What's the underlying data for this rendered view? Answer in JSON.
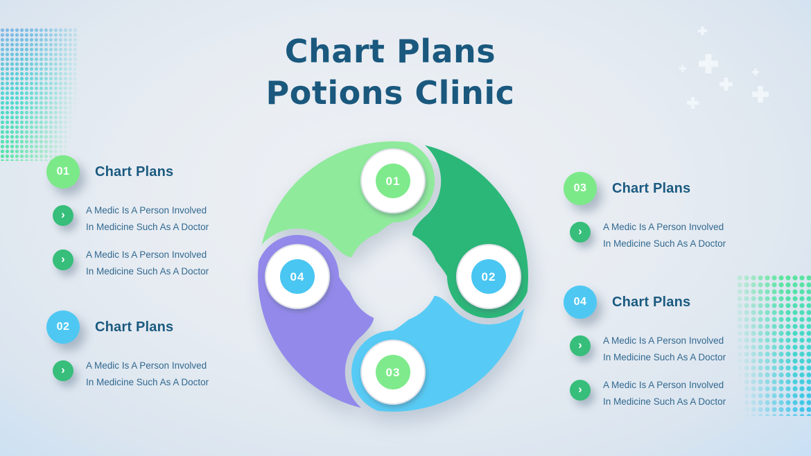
{
  "title": {
    "line1": "Chart Plans",
    "line2": "Potions Clinic"
  },
  "icons": {
    "chevron_right": "›",
    "plus": "plus-cross",
    "dots": "halftone-dots"
  },
  "colors": {
    "title_text": "#1a587e",
    "heading_text": "#1b5a80",
    "body_text": "#31688f",
    "bullet_circle": "#36be7a",
    "number_green": "#7ce989",
    "number_blue": "#4ec8f3",
    "background_edge": "#c9e0f4"
  },
  "wheel": {
    "segments": [
      {
        "label": "01",
        "color": "#8FEA9B",
        "badge_color": "#7FEA8C",
        "position": "top"
      },
      {
        "label": "02",
        "color": "#2BB778",
        "badge_color": "#49C6F2",
        "position": "right"
      },
      {
        "label": "03",
        "color": "#57CBF5",
        "badge_color": "#7FEA8C",
        "position": "bottom"
      },
      {
        "label": "04",
        "color": "#9389EB",
        "badge_color": "#49C6F2",
        "position": "left"
      }
    ]
  },
  "blocks": [
    {
      "number": "01",
      "number_color": "#7ce989",
      "heading": "Chart Plans",
      "side": "left",
      "bullets": [
        {
          "line1": "A Medic Is A Person Involved",
          "line2": "In Medicine Such As A Doctor"
        },
        {
          "line1": "A Medic Is A Person Involved",
          "line2": "In Medicine Such As A Doctor"
        }
      ]
    },
    {
      "number": "02",
      "number_color": "#4ec8f3",
      "heading": "Chart Plans",
      "side": "left",
      "bullets": [
        {
          "line1": "A Medic Is A Person Involved",
          "line2": "In Medicine Such As A Doctor"
        }
      ]
    },
    {
      "number": "03",
      "number_color": "#7ce989",
      "heading": "Chart Plans",
      "side": "right",
      "bullets": [
        {
          "line1": "A Medic Is A Person Involved",
          "line2": "In Medicine Such As A Doctor"
        }
      ]
    },
    {
      "number": "04",
      "number_color": "#4ec8f3",
      "heading": "Chart Plans",
      "side": "right",
      "bullets": [
        {
          "line1": "A Medic Is A Person Involved",
          "line2": "In Medicine Such As A Doctor"
        },
        {
          "line1": "A Medic Is A Person Involved",
          "line2": "In Medicine Such As A Doctor"
        }
      ]
    }
  ]
}
